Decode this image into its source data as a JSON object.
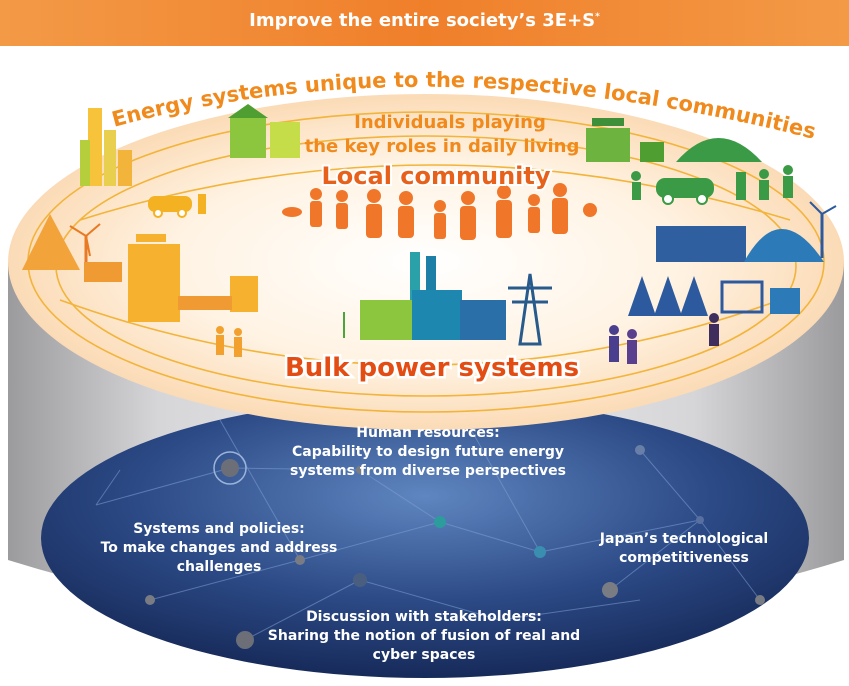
{
  "header": {
    "title": "Improve the entire society’s 3E+S",
    "title_mark": "*"
  },
  "rim": {
    "arc_label": "Energy systems unique to the respective local communities",
    "community_tagline_line1": "Individuals playing",
    "community_tagline_line2": "the key roles in daily living",
    "community_title": "Local community",
    "bulk_title": "Bulk power systems"
  },
  "foundation": {
    "human_resources": {
      "line1": "Human resources:",
      "line2": "Capability to design future energy",
      "line3": "systems from diverse perspectives"
    },
    "systems_policies": {
      "line1": "Systems and policies:",
      "line2": "To make changes and address",
      "line3": "challenges"
    },
    "technology": {
      "line1": "Japan’s technological",
      "line2": "competitiveness"
    },
    "stakeholders": {
      "line1": "Discussion with stakeholders:",
      "line2": "Sharing the notion of fusion of real and",
      "line3": "cyber spaces"
    }
  },
  "colors": {
    "banner": "#f07f2a",
    "arc_text": "#f08a1c",
    "community_text": "#e8611a",
    "bulk_text": "#e34c12",
    "ellipse_top": "#fde3c6",
    "cylinder": "#c9c9cb",
    "network_dark": "#142a5c",
    "network_light": "#4e78b5",
    "people": "#f0772a",
    "buildings_yellow": "#f5b226",
    "buildings_green": "#6db33f",
    "industry_teal": "#1f7fa0",
    "community_blue": "#2d5a9e"
  },
  "icons": [
    "person-icon",
    "building-icon",
    "car-icon",
    "wind-turbine-icon",
    "power-tower-icon",
    "factory-icon",
    "tree-icon",
    "solar-panel-icon",
    "dog-icon"
  ]
}
